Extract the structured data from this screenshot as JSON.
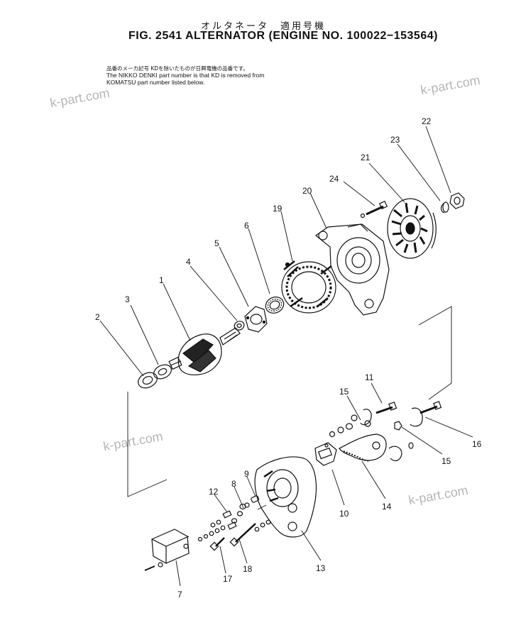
{
  "header": {
    "japanese_title": "オルタネータ　適用号機",
    "figure_title": "FIG. 2541   ALTERNATOR  (ENGINE  NO. 100022−153564)"
  },
  "notes": {
    "japanese": "品番のメーカ記号 KDを除いたものが日興電機の品番です。",
    "english_line1": "The NIKKO DENKI part number is that KD is removed from",
    "english_line2": "KOMATSU part number listed below."
  },
  "watermarks": [
    "k-part.com",
    "k-part.com",
    "k-part.com",
    "k-part.com"
  ],
  "callouts": [
    "1",
    "2",
    "3",
    "4",
    "5",
    "6",
    "7",
    "8",
    "9",
    "10",
    "11",
    "12",
    "13",
    "14",
    "15",
    "15",
    "16",
    "17",
    "18",
    "19",
    "20",
    "21",
    "22",
    "23",
    "24"
  ]
}
